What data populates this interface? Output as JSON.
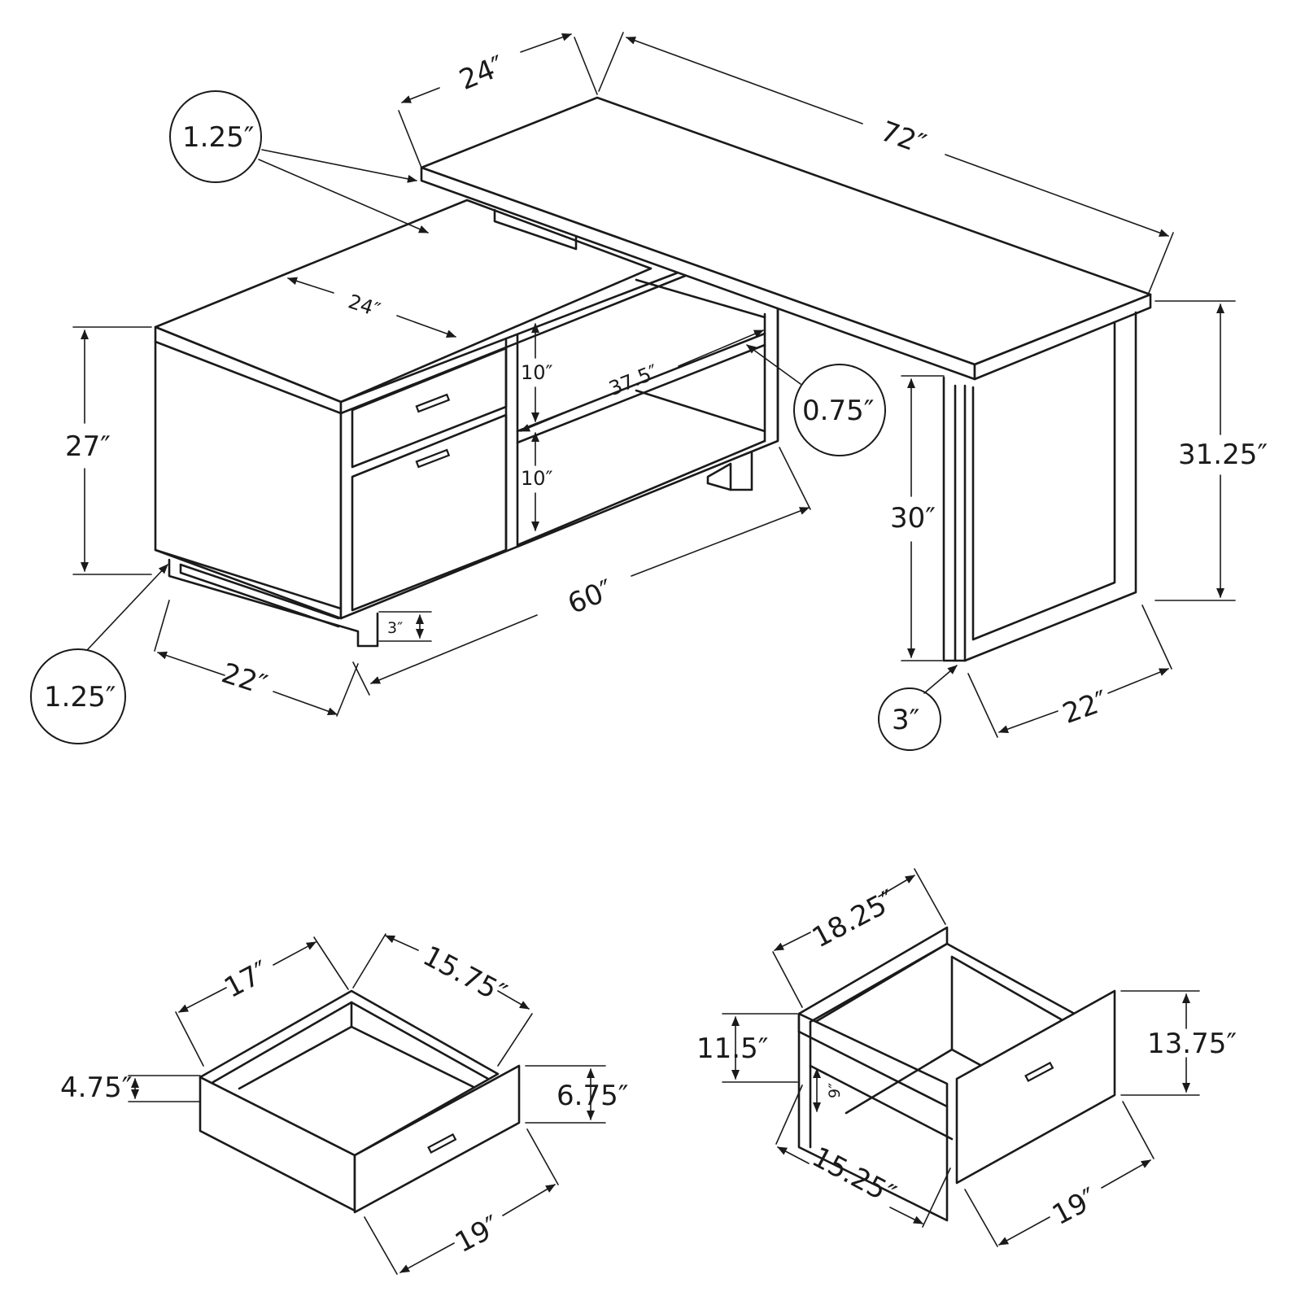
{
  "desk": {
    "return_depth": "24″",
    "top_length": "72″",
    "top_thickness_label": "1.25″",
    "cabinet_depth": "24″",
    "shelf_width": "37.5″",
    "shelf_upper_height": "10″",
    "shelf_lower_height": "10″",
    "shelf_thickness_label": "0.75″",
    "cabinet_height": "27″",
    "total_height": "31.25″",
    "knee_height": "30″",
    "cabinet_length": "60″",
    "base_clearance": "3″",
    "cabinet_width": "22″",
    "base_thickness_label": "1.25″",
    "leg_width_label": "3″",
    "leg_depth": "22″"
  },
  "small_drawer": {
    "inner_depth": "17″",
    "inner_width": "15.75″",
    "inner_height": "4.75″",
    "front_height": "6.75″",
    "front_width": "19″"
  },
  "file_drawer": {
    "inner_depth": "18.25″",
    "box_height": "11.5″",
    "inner_height": "9″",
    "front_height": "13.75″",
    "inner_width": "15.25″",
    "front_width": "19″"
  }
}
